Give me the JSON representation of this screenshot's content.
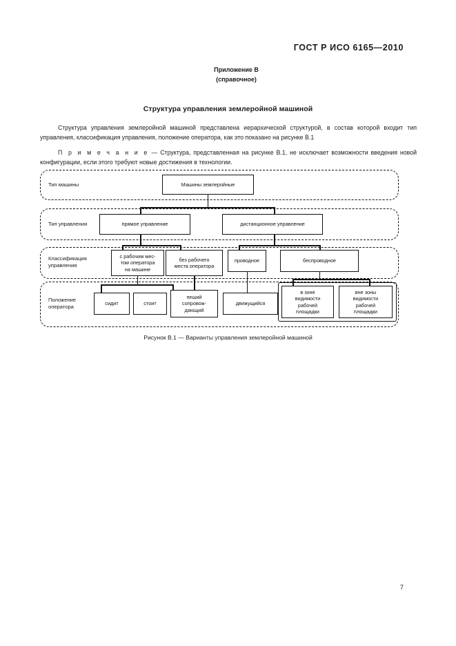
{
  "header": {
    "standard_number": "ГОСТ Р ИСО 6165—2010"
  },
  "appendix": {
    "label": "Приложение В",
    "kind": "(справочное)"
  },
  "section": {
    "title": "Структура управления землеройной машиной"
  },
  "paragraphs": {
    "intro": "Структура управления землеройной машиной представлена иерархической структурой, в состав которой входит тип управления, классификация управления, положение оператора, как это показано на рисунке В.1",
    "note_label": "П р и м е ч а н и е",
    "note_dash": " — ",
    "note_text": "Структура, представленная на рисунке В.1, не исключает возможности введения новой конфигурации, если этого требуют новые достижения в технологии."
  },
  "diagram": {
    "rows": [
      {
        "label": "Тип машины"
      },
      {
        "label": "Тип управления"
      },
      {
        "label": "Классификация\nуправления"
      },
      {
        "label": "Положение\nоператора"
      }
    ],
    "row_labels": {
      "machine_type": "Тип машины",
      "control_type": "Тип управления",
      "control_class_line1": "Классификация",
      "control_class_line2": "управления",
      "operator_pos_line1": "Положение",
      "operator_pos_line2": "оператора"
    },
    "nodes": {
      "root": "Машины землеройные",
      "direct_control": "прямое управление",
      "remote_control": "дистанционное управление",
      "with_workplace_l1": "с рабочим мес-",
      "with_workplace_l2": "том оператора",
      "with_workplace_l3": "на машине",
      "without_workplace_l1": "без рабочего",
      "without_workplace_l2": "места оператора",
      "wired": "проводное",
      "wireless": "беспроводное",
      "seated": "сидит",
      "standing": "стоит",
      "walking_l1": "пеший",
      "walking_l2": "сопровож-",
      "walking_l3": "дающий",
      "moving": "движущийся",
      "in_sight_l1": "в зоне",
      "in_sight_l2": "видимости",
      "in_sight_l3": "рабочей",
      "in_sight_l4": "площадки",
      "out_sight_l1": "вне зоны",
      "out_sight_l2": "видимости",
      "out_sight_l3": "рабочей",
      "out_sight_l4": "площадки"
    }
  },
  "figure": {
    "caption": "Рисунок В.1 — Варианты управления землеройной машиной"
  },
  "footer": {
    "page_number": "7"
  }
}
